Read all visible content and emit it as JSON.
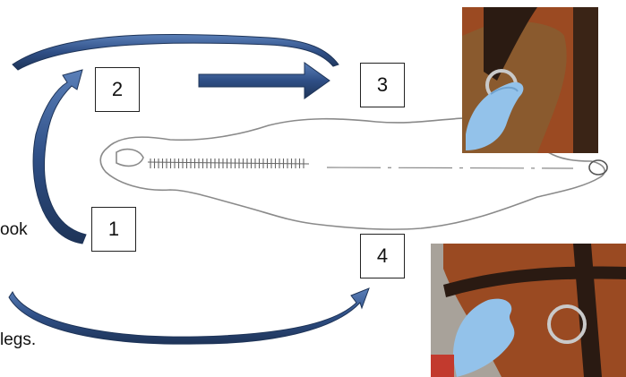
{
  "steps": [
    {
      "number": "1"
    },
    {
      "number": "2"
    },
    {
      "number": "3"
    },
    {
      "number": "4"
    }
  ],
  "captions": {
    "left_partial_1": "ook",
    "left_partial_2": "legs."
  },
  "photos": [
    {
      "subject": "gloved-hand-at-bridle-top"
    },
    {
      "subject": "gloved-hand-at-bridle-bottom"
    }
  ],
  "colors": {
    "arrow_fill": "#2f4f86",
    "arrow_dark": "#1e3458",
    "arrow_light": "#4a6fa8",
    "outline": "#777777",
    "horse_brown": "#8a3f1f",
    "leather": "#2a1a12",
    "glove": "#8fbde6"
  }
}
